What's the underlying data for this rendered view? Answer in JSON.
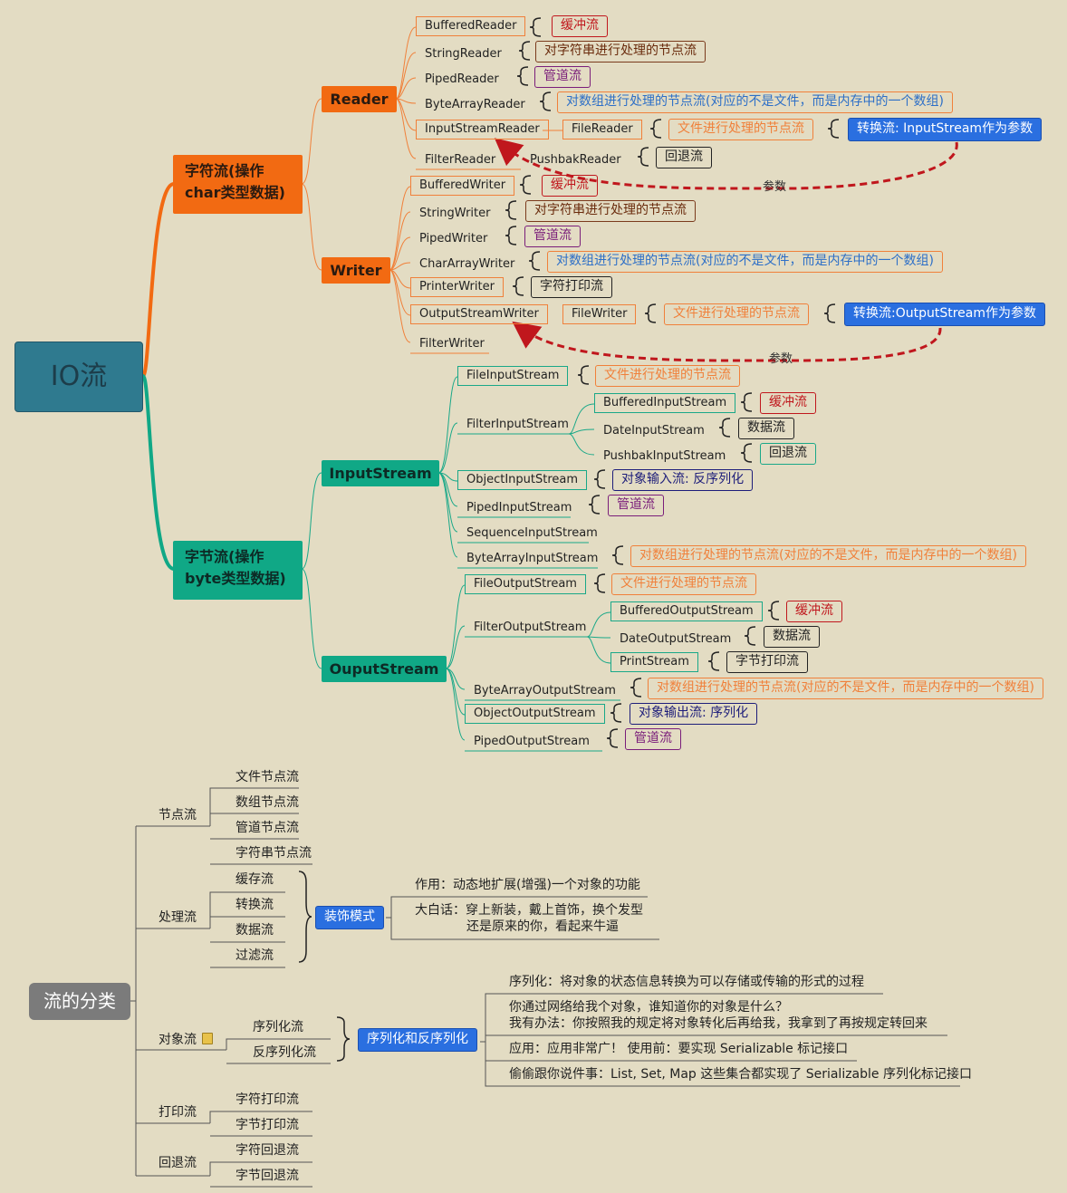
{
  "colors": {
    "background": "#e3dcc3",
    "char_branch": "#f26a12",
    "byte_branch": "#10a886",
    "root": "#2f7a8f",
    "highlight": "#2a6fe0",
    "arrow": "#c0171d"
  },
  "io": {
    "root": "IO流",
    "char": {
      "label": "字符流(操作char类型数据)",
      "reader": {
        "label": "Reader",
        "items": [
          "BufferedReader",
          "StringReader",
          "PipedReader",
          "ByteArrayReader",
          "InputStreamReader",
          "FilterReader"
        ],
        "file_reader": "FileReader",
        "pushback_reader": "PushbakReader",
        "convert_note": "转换流: InputStream作为参数",
        "param": "参数"
      },
      "writer": {
        "label": "Writer",
        "items": [
          "BufferedWriter",
          "StringWriter",
          "PipedWriter",
          "CharArrayWriter",
          "PrinterWriter",
          "OutputStreamWriter",
          "FilterWriter"
        ],
        "file_writer": "FileWriter",
        "convert_note": "转换流:OutputStream作为参数",
        "param": "参数"
      }
    },
    "byte": {
      "label": "字节流(操作byte类型数据)",
      "input": {
        "label": "InputStream",
        "items": [
          "FileInputStream",
          "FilterInputStream",
          "ObjectInputStream",
          "PipedInputStream",
          "SequenceInputStream",
          "ByteArrayInputStream"
        ],
        "filter_children": [
          "BufferedInputStream",
          "DateInputStream",
          "PushbakInputStream"
        ]
      },
      "output": {
        "label": "OuputStream",
        "items": [
          "FileOutputStream",
          "FilterOutputStream",
          "ByteArrayOutputStream",
          "ObjectOutputStream",
          "PipedOutputStream"
        ],
        "filter_children": [
          "BufferedOutputStream",
          "DateOutputStream",
          "PrintStream"
        ]
      }
    },
    "notes": {
      "buffer": "缓冲流",
      "string": "对字符串进行处理的节点流",
      "pipe": "管道流",
      "array": "对数组进行处理的节点流(对应的不是文件，而是内存中的一个数组)",
      "file": "文件进行处理的节点流",
      "pushback": "回退流",
      "char_print": "字符打印流",
      "data": "数据流",
      "obj_in": "对象输入流: 反序列化",
      "obj_out": "对象输出流: 序列化",
      "byte_print": "字节打印流"
    }
  },
  "cls": {
    "root": "流的分类",
    "node": {
      "label": "节点流",
      "items": [
        "文件节点流",
        "数组节点流",
        "管道节点流",
        "字符串节点流"
      ]
    },
    "proc": {
      "label": "处理流",
      "items": [
        "缓存流",
        "转换流",
        "数据流",
        "过滤流"
      ],
      "pattern": "装饰模式",
      "desc1": "作用：动态地扩展(增强)一个对象的功能",
      "desc2a": "大白话：穿上新装，戴上首饰，换个发型",
      "desc2b": "还是原来的你，看起来牛逼"
    },
    "obj": {
      "label": "对象流",
      "items": [
        "序列化流",
        "反序列化流"
      ],
      "topic": "序列化和反序列化",
      "d1": "序列化：将对象的状态信息转换为可以存储或传输的形式的过程",
      "d2a": "你通过网络给我个对象，谁知道你的对象是什么？",
      "d2b": "我有办法：你按照我的规定将对象转化后再给我，我拿到了再按规定转回来",
      "d3": "应用：应用非常广！   使用前：要实现 Serializable 标记接口",
      "d4": "偷偷跟你说件事：List, Set, Map 这些集合都实现了 Serializable 序列化标记接口"
    },
    "print": {
      "label": "打印流",
      "items": [
        "字符打印流",
        "字节打印流"
      ]
    },
    "back": {
      "label": "回退流",
      "items": [
        "字符回退流",
        "字节回退流"
      ]
    }
  }
}
